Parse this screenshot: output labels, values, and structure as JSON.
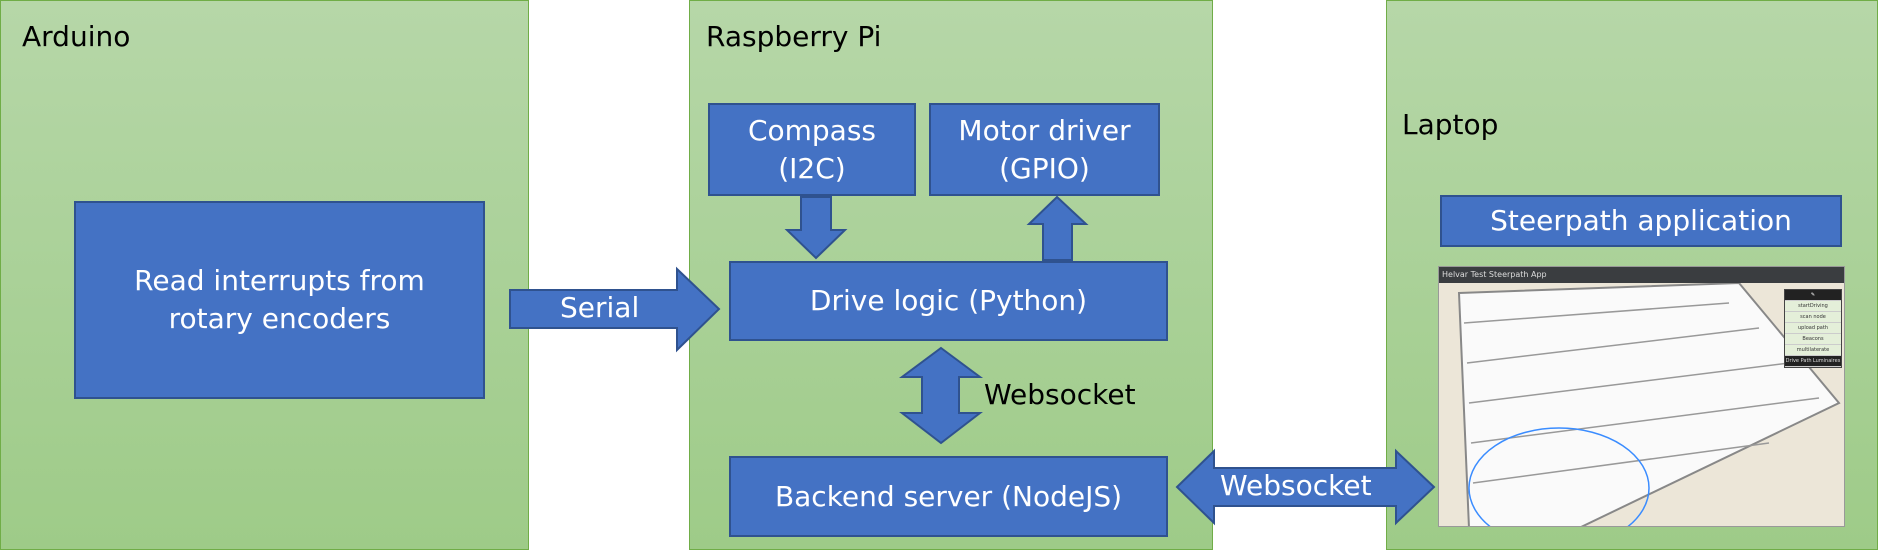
{
  "panels": {
    "arduino": "Arduino",
    "raspberry": "Raspberry Pi",
    "laptop": "Laptop"
  },
  "boxes": {
    "read_interrupts": "Read interrupts from rotary encoders",
    "compass": "Compass (I2C)",
    "motor_driver": "Motor driver (GPIO)",
    "drive_logic": "Drive logic (Python)",
    "backend": "Backend server (NodeJS)",
    "steerpath": "Steerpath application"
  },
  "arrows": {
    "serial": "Serial",
    "websocket_internal": "Websocket",
    "websocket_external": "Websocket"
  },
  "app_screenshot": {
    "title": "Helvar Test Steerpath App",
    "menu": [
      "startDriving",
      "scan node",
      "upload path",
      "Beacons",
      "multilaterate"
    ],
    "footer": [
      "Drive Path",
      "Luminaires"
    ]
  },
  "colors": {
    "panel": "#a9d18e",
    "box": "#4472c4",
    "border": "#2f528f"
  }
}
